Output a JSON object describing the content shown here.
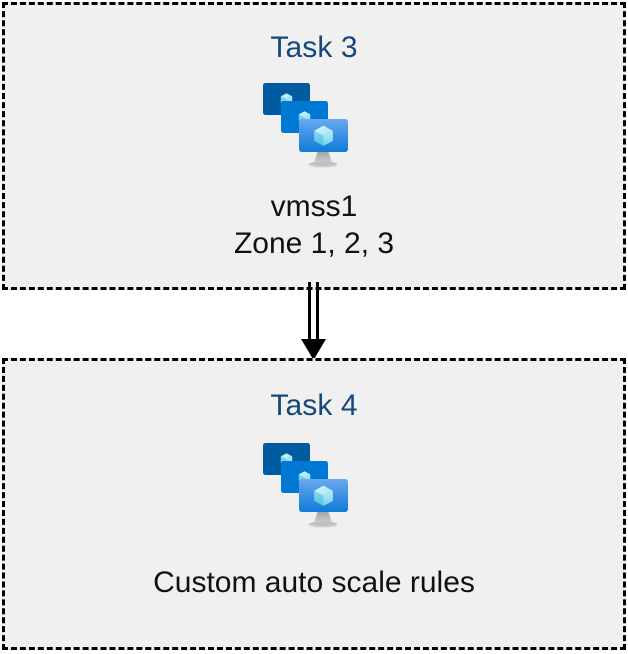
{
  "diagram": {
    "title": "Azure virtual machine scale set task flow",
    "background_color": "#ffffff",
    "box_fill_color": "#f0f0f0",
    "box_border_color": "#000000",
    "title_color": "#15487a",
    "caption_color": "#111111",
    "arrow_color": "#000000"
  },
  "boxes": [
    {
      "id": "task3",
      "title": "Task 3",
      "icon": "vm-scale-set-icon",
      "caption_line1": "vmss1",
      "caption_line2": "Zone 1, 2, 3"
    },
    {
      "id": "task4",
      "title": "Task 4",
      "icon": "vm-scale-set-icon",
      "caption_line1": "Custom auto scale rules",
      "caption_line2": ""
    }
  ],
  "connector": {
    "name": "arrow-down",
    "direction": "down",
    "style": "double-line-with-solid-head",
    "from": "task3",
    "to": "task4"
  },
  "icon_colors": {
    "monitor_back": "#005ba1",
    "monitor_middle": "#0078d4",
    "monitor_front_top": "#5ea0ef",
    "monitor_front_bottom": "#0f7bd8",
    "cube_light": "#c3f1ff",
    "cube_mid": "#9ce0f7",
    "cube_dark": "#32bedd",
    "stand": "#a8a8a8",
    "stand_base": "#c8c8c8"
  }
}
